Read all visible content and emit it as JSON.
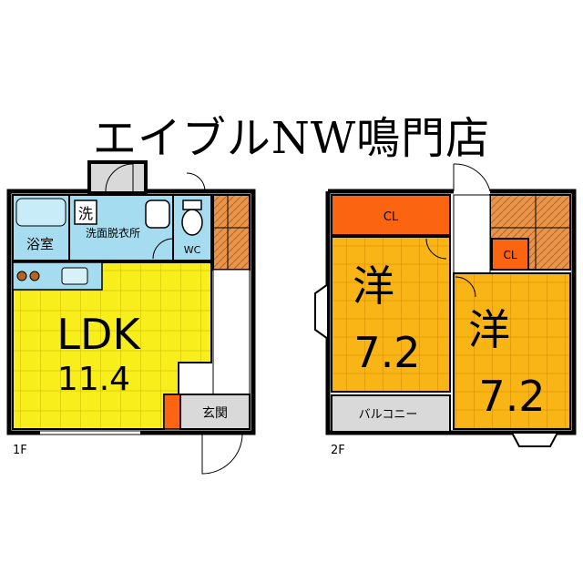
{
  "title": "エイブルNW鳴門店",
  "floor1": {
    "label": "1F",
    "rooms": {
      "ldk_name": "LDK",
      "ldk_size": "11.4",
      "bath": "浴室",
      "wash_icon": "洗",
      "washroom": "洗面脱衣所",
      "wc": "WC",
      "entrance": "玄関"
    }
  },
  "floor2": {
    "label": "2F",
    "rooms": {
      "cl_large": "CL",
      "cl_small": "CL",
      "room1_type": "洋",
      "room1_size": "7.2",
      "room2_type": "洋",
      "room2_size": "7.2",
      "balcony": "バルコニー"
    }
  },
  "colors": {
    "ldk": "#f7ee1c",
    "bedroom": "#f9b416",
    "closet": "#fb6411",
    "wet_area": "#a6dcef",
    "stairs": "#e8944a",
    "entrance": "#d9d9d9",
    "wall": "#000000"
  }
}
